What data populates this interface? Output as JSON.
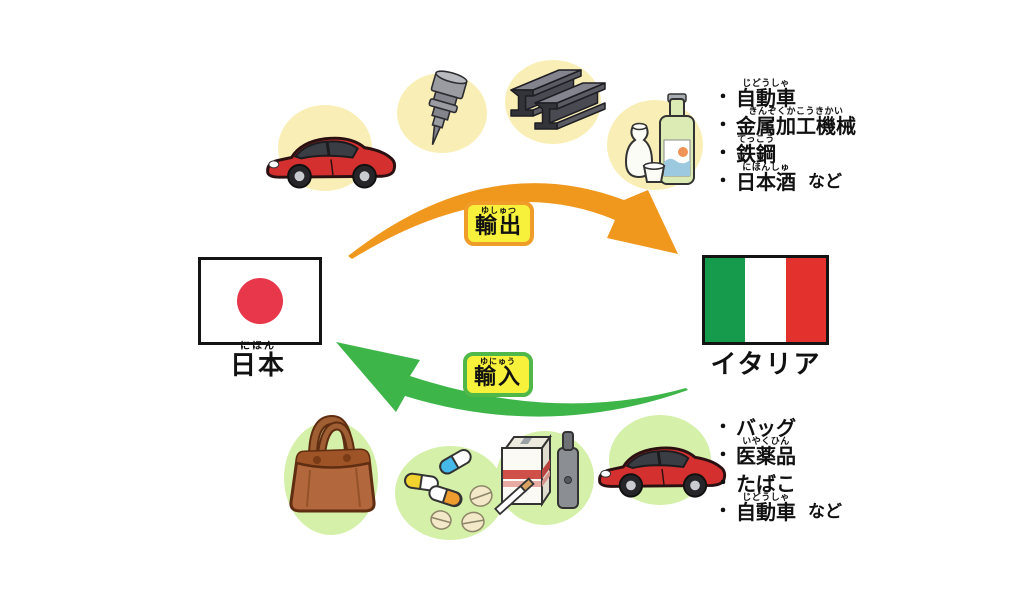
{
  "countries": {
    "japan": {
      "name": "日本",
      "furigana": "にほん"
    },
    "italy": {
      "name": "イタリア",
      "furigana": ""
    }
  },
  "flows": {
    "export": {
      "label": "輸出",
      "furigana": "ゆしゅつ"
    },
    "import": {
      "label": "輸入",
      "furigana": "ゆにゅう"
    }
  },
  "export_list": {
    "bullet": "・",
    "items": [
      {
        "segments": [
          {
            "text": "自動車",
            "furigana": "じどうしゃ"
          }
        ]
      },
      {
        "segments": [
          {
            "text": "金属加工機械",
            "furigana": "きんぞくかこうきかい"
          }
        ]
      },
      {
        "segments": [
          {
            "text": "鉄鋼",
            "furigana": "てっこう"
          }
        ]
      },
      {
        "segments": [
          {
            "text": "日本酒",
            "furigana": "にほんしゅ"
          },
          {
            "text": "など",
            "space": true
          }
        ]
      }
    ]
  },
  "import_list": {
    "bullet": "・",
    "items": [
      {
        "segments": [
          {
            "text": "バッグ",
            "furigana": ""
          }
        ]
      },
      {
        "segments": [
          {
            "text": "医薬品",
            "furigana": "いやくひん"
          }
        ]
      },
      {
        "segments": [
          {
            "text": "たばこ",
            "furigana": ""
          }
        ]
      },
      {
        "segments": [
          {
            "text": "自動車",
            "furigana": "じどうしゃ"
          },
          {
            "text": "など",
            "space": true
          }
        ]
      }
    ]
  },
  "icons": {
    "export": [
      "car-icon",
      "machine-tool-icon",
      "steel-beams-icon",
      "sake-icon"
    ],
    "import": [
      "handbag-icon",
      "medicine-icon",
      "tobacco-icon",
      "car-icon"
    ]
  },
  "colors": {
    "export_arrow": "#F0981E",
    "import_arrow": "#3EB549",
    "label_bg": "#F7F13B",
    "export_border": "#EF9D28",
    "import_border": "#4FB848",
    "export_halo": "#F9EFB6",
    "import_halo": "#D5F0A8",
    "japan_red": "#E8374A",
    "italy_green": "#169B4D",
    "italy_red": "#E3322D",
    "car_red": "#D4302F"
  }
}
